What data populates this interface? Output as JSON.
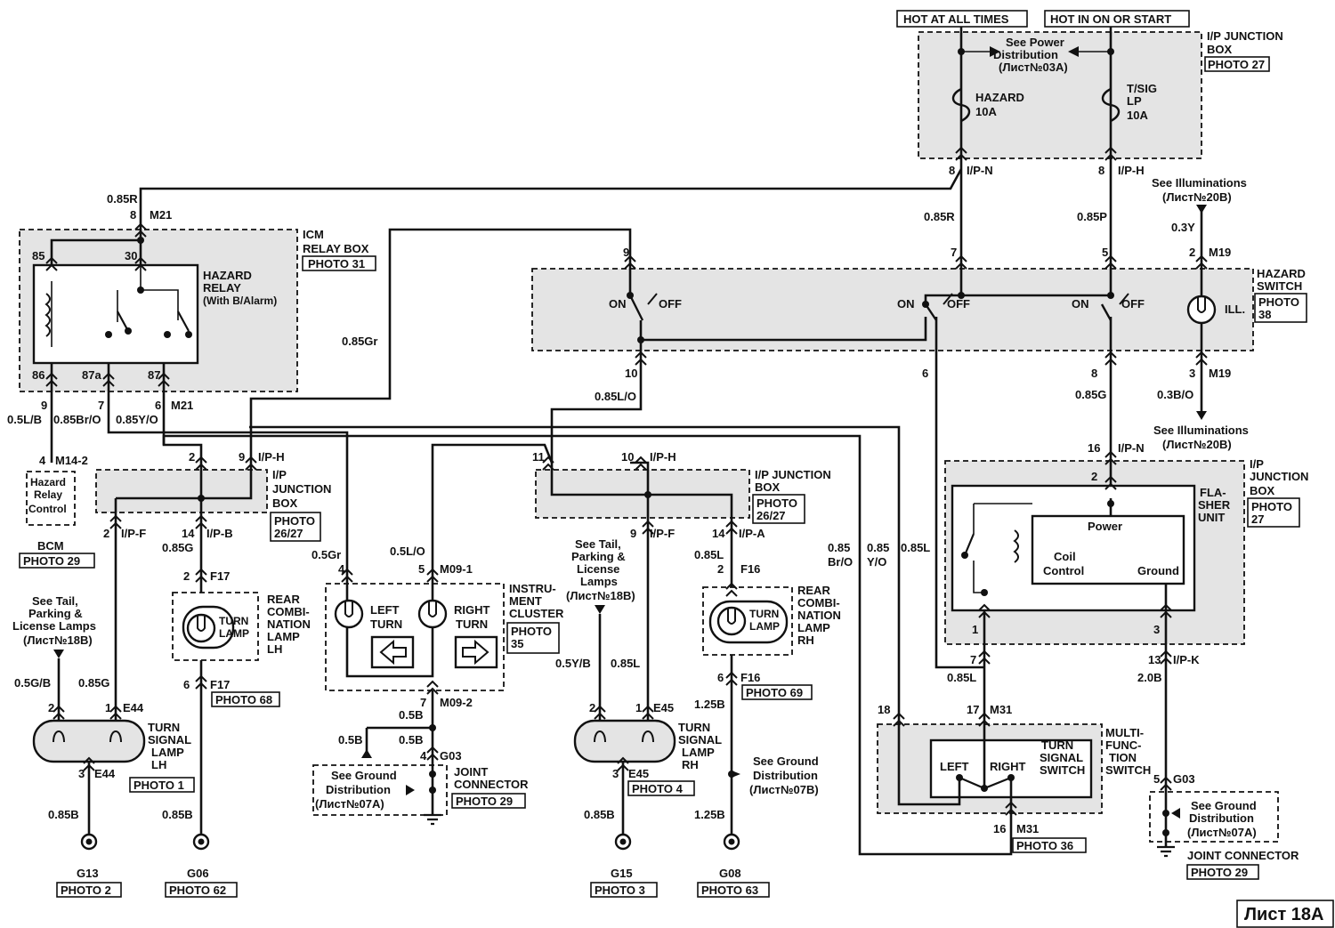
{
  "sheet_label": "Лист 18А",
  "power": {
    "hot_always": "HOT AT ALL TIMES",
    "hot_on_start": "HOT IN ON OR START",
    "see_power_1": "See Power",
    "see_power_2": "Distribution",
    "see_power_3": "(Лист№03А)",
    "fuse_hazard_1": "HAZARD",
    "fuse_hazard_2": "10A",
    "fuse_tsig_1": "T/SIG",
    "fuse_tsig_2": "LP",
    "fuse_tsig_3": "10A",
    "ipjb_label_1": "I/P JUNCTION",
    "ipjb_label_2": "BOX",
    "ipjb_photo": "PHOTO 27",
    "pin_n": "8",
    "conn_n": "I/P-N",
    "pin_h": "8",
    "conn_h": "I/P-H"
  },
  "wires": {
    "w085r_top": "0.85R",
    "w085r": "0.85R",
    "w085p": "0.85P",
    "w03y": "0.3Y",
    "w085gr": "0.85Gr",
    "w085lo": "0.85L/O",
    "w085g": "0.85G",
    "w03bo": "0.3B/O",
    "w05lb": "0.5L/B",
    "w085bro": "0.85Br/O",
    "w085yo": "0.85Y/O",
    "w085g_b": "0.85G",
    "w05gr": "0.5Gr",
    "w05lo": "0.5L/O",
    "w085l_a": "0.85L",
    "w085_bro_1": "0.85",
    "w085_bro_2": "Br/O",
    "w085_yo_1": "0.85",
    "w085_yo_2": "Y/O",
    "w085l_b": "0.85L",
    "w05gb": "0.5G/B",
    "w085g_c": "0.85G",
    "w05b_a": "0.5B",
    "w05b_b": "0.5B",
    "w05b_c": "0.5B",
    "w05yb": "0.5Y/B",
    "w085l_c": "0.85L",
    "w125b_a": "1.25B",
    "w125b_b": "1.25B",
    "w085l_d": "0.85L",
    "w20b": "2.0B",
    "w085b_a": "0.85B",
    "w085b_b": "0.85B",
    "w085b_c": "0.85B"
  },
  "illum": {
    "top_1": "See Illuminations",
    "top_2": "(Лист№20В)",
    "bot_1": "See Illuminations",
    "bot_2": "(Лист№20В)"
  },
  "hazard_switch": {
    "label_1": "HAZARD",
    "label_2": "SWITCH",
    "photo_1": "PHOTO",
    "photo_2": "38",
    "on1": "ON",
    "off1": "OFF",
    "on2": "ON",
    "off2": "OFF",
    "on3": "ON",
    "off3": "OFF",
    "ill": "ILL.",
    "p9": "9",
    "p7": "7",
    "p5": "5",
    "p2": "2",
    "m19_top": "M19",
    "p10": "10",
    "p6": "6",
    "p8": "8",
    "p3": "3",
    "m19_bot": "M19"
  },
  "icm": {
    "label_1": "ICM",
    "label_2": "RELAY BOX",
    "photo": "PHOTO 31",
    "relay_1": "HAZARD",
    "relay_2": "RELAY",
    "relay_3": "(With B/Alarm)",
    "t85": "85",
    "t30": "30",
    "t86": "86",
    "t87a": "87a",
    "t87": "87",
    "p8": "8",
    "m21_top": "M21",
    "p9": "9",
    "p7": "7",
    "p6": "6",
    "m21_bot": "M21"
  },
  "bcm": {
    "p4": "4",
    "conn": "M14-2",
    "c1": "Hazard",
    "c2": "Relay",
    "c3": "Control",
    "name": "BCM",
    "photo": "PHOTO 29"
  },
  "ipjb_left": {
    "p2": "2",
    "p9": "9",
    "conn": "I/P-H",
    "label_1": "I/P",
    "label_2": "JUNCTION",
    "label_3": "BOX",
    "photo_1": "PHOTO",
    "photo_2": "26/27",
    "pf": "2",
    "connf": "I/P-F",
    "pb": "14",
    "connb": "I/P-B"
  },
  "ipjb_mid": {
    "p11": "11",
    "p10": "10",
    "conn": "I/P-H",
    "label_1": "I/P JUNCTION",
    "label_2": "BOX",
    "photo_1": "PHOTO",
    "photo_2": "26/27",
    "pf": "9",
    "connf": "I/P-F",
    "pa": "14",
    "conna": "I/P-A"
  },
  "rear_lh": {
    "p_top": "2",
    "c_top": "F17",
    "lamp_1": "TURN",
    "lamp_2": "LAMP",
    "l1": "REAR",
    "l2": "COMBI-",
    "l3": "NATION",
    "l4": "LAMP",
    "l5": "LH",
    "p_bot": "6",
    "c_bot": "F17",
    "photo": "PHOTO 68"
  },
  "rear_rh": {
    "p_top": "2",
    "c_top": "F16",
    "lamp_1": "TURN",
    "lamp_2": "LAMP",
    "l1": "REAR",
    "l2": "COMBI-",
    "l3": "NATION",
    "l4": "LAMP",
    "l5": "RH",
    "p_bot": "6",
    "c_bot": "F16",
    "photo": "PHOTO 69"
  },
  "cluster": {
    "p4": "4",
    "p5": "5",
    "conn_top": "M09-1",
    "left_1": "LEFT",
    "left_2": "TURN",
    "right_1": "RIGHT",
    "right_2": "TURN",
    "l1": "INSTRU-",
    "l2": "MENT",
    "l3": "CLUSTER",
    "photo_1": "PHOTO",
    "photo_2": "35",
    "p7": "7",
    "conn_bot": "M09-2"
  },
  "joint_left": {
    "p4": "4",
    "conn": "G03",
    "see_1": "See Ground",
    "see_2": "Distribution",
    "see_3": "(Лист№07А)",
    "l1": "JOINT",
    "l2": "CONNECTOR",
    "photo": "PHOTO 29"
  },
  "tail_left": {
    "t1": "See Tail,",
    "t2": "Parking &",
    "t3": "License Lamps",
    "t4": "(Лист№18В)"
  },
  "tail_mid": {
    "t1": "See Tail,",
    "t2": "Parking &",
    "t3": "License",
    "t4": "Lamps",
    "t5": "(Лист№18В)"
  },
  "lamp_lh": {
    "p2": "2",
    "p1": "1",
    "conn": "E44",
    "l1": "TURN",
    "l2": "SIGNAL",
    "l3": "LAMP",
    "l4": "LH",
    "p3": "3",
    "conn_b": "E44",
    "photo": "PHOTO 1"
  },
  "lamp_rh": {
    "p2": "2",
    "p1": "1",
    "conn": "E45",
    "l1": "TURN",
    "l2": "SIGNAL",
    "l3": "LAMP",
    "l4": "RH",
    "p3": "3",
    "conn_b": "E45",
    "photo": "PHOTO 4"
  },
  "grounds": {
    "g13": "G13",
    "g13_photo": "PHOTO 2",
    "g06": "G06",
    "g06_photo": "PHOTO 62",
    "g15": "G15",
    "g15_photo": "PHOTO 3",
    "g08": "G08",
    "g08_photo": "PHOTO 63",
    "see_1": "See Ground",
    "see_2": "Distribution",
    "see_3": "(Лист№07В)"
  },
  "ipjb_right": {
    "p16": "16",
    "conn_n": "I/P-N",
    "p2": "2",
    "label_1": "I/P",
    "label_2": "JUNCTION",
    "label_3": "BOX",
    "photo_1": "PHOTO",
    "photo_2": "27",
    "p1": "1",
    "p3": "3",
    "p7": "7",
    "p13": "13",
    "conn_k": "I/P-K"
  },
  "flasher": {
    "l1": "FLA-",
    "l2": "SHER",
    "l3": "UNIT",
    "power": "Power",
    "coil_1": "Coil",
    "coil_2": "Control",
    "ground": "Ground"
  },
  "mfs": {
    "p18": "18",
    "p17": "17",
    "conn": "M31",
    "sw_1": "TURN",
    "sw_2": "SIGNAL",
    "sw_3": "SWITCH",
    "left": "LEFT",
    "right": "RIGHT",
    "l1": "MULTI-",
    "l2": "FUNC-",
    "l3": "TION",
    "l4": "SWITCH",
    "p16": "16",
    "conn_b": "M31",
    "photo": "PHOTO 36"
  },
  "joint_right": {
    "p5": "5",
    "conn": "G03",
    "see_1": "See Ground",
    "see_2": "Distribution",
    "see_3": "(Лист№07А)",
    "label": "JOINT CONNECTOR",
    "photo": "PHOTO 29"
  }
}
